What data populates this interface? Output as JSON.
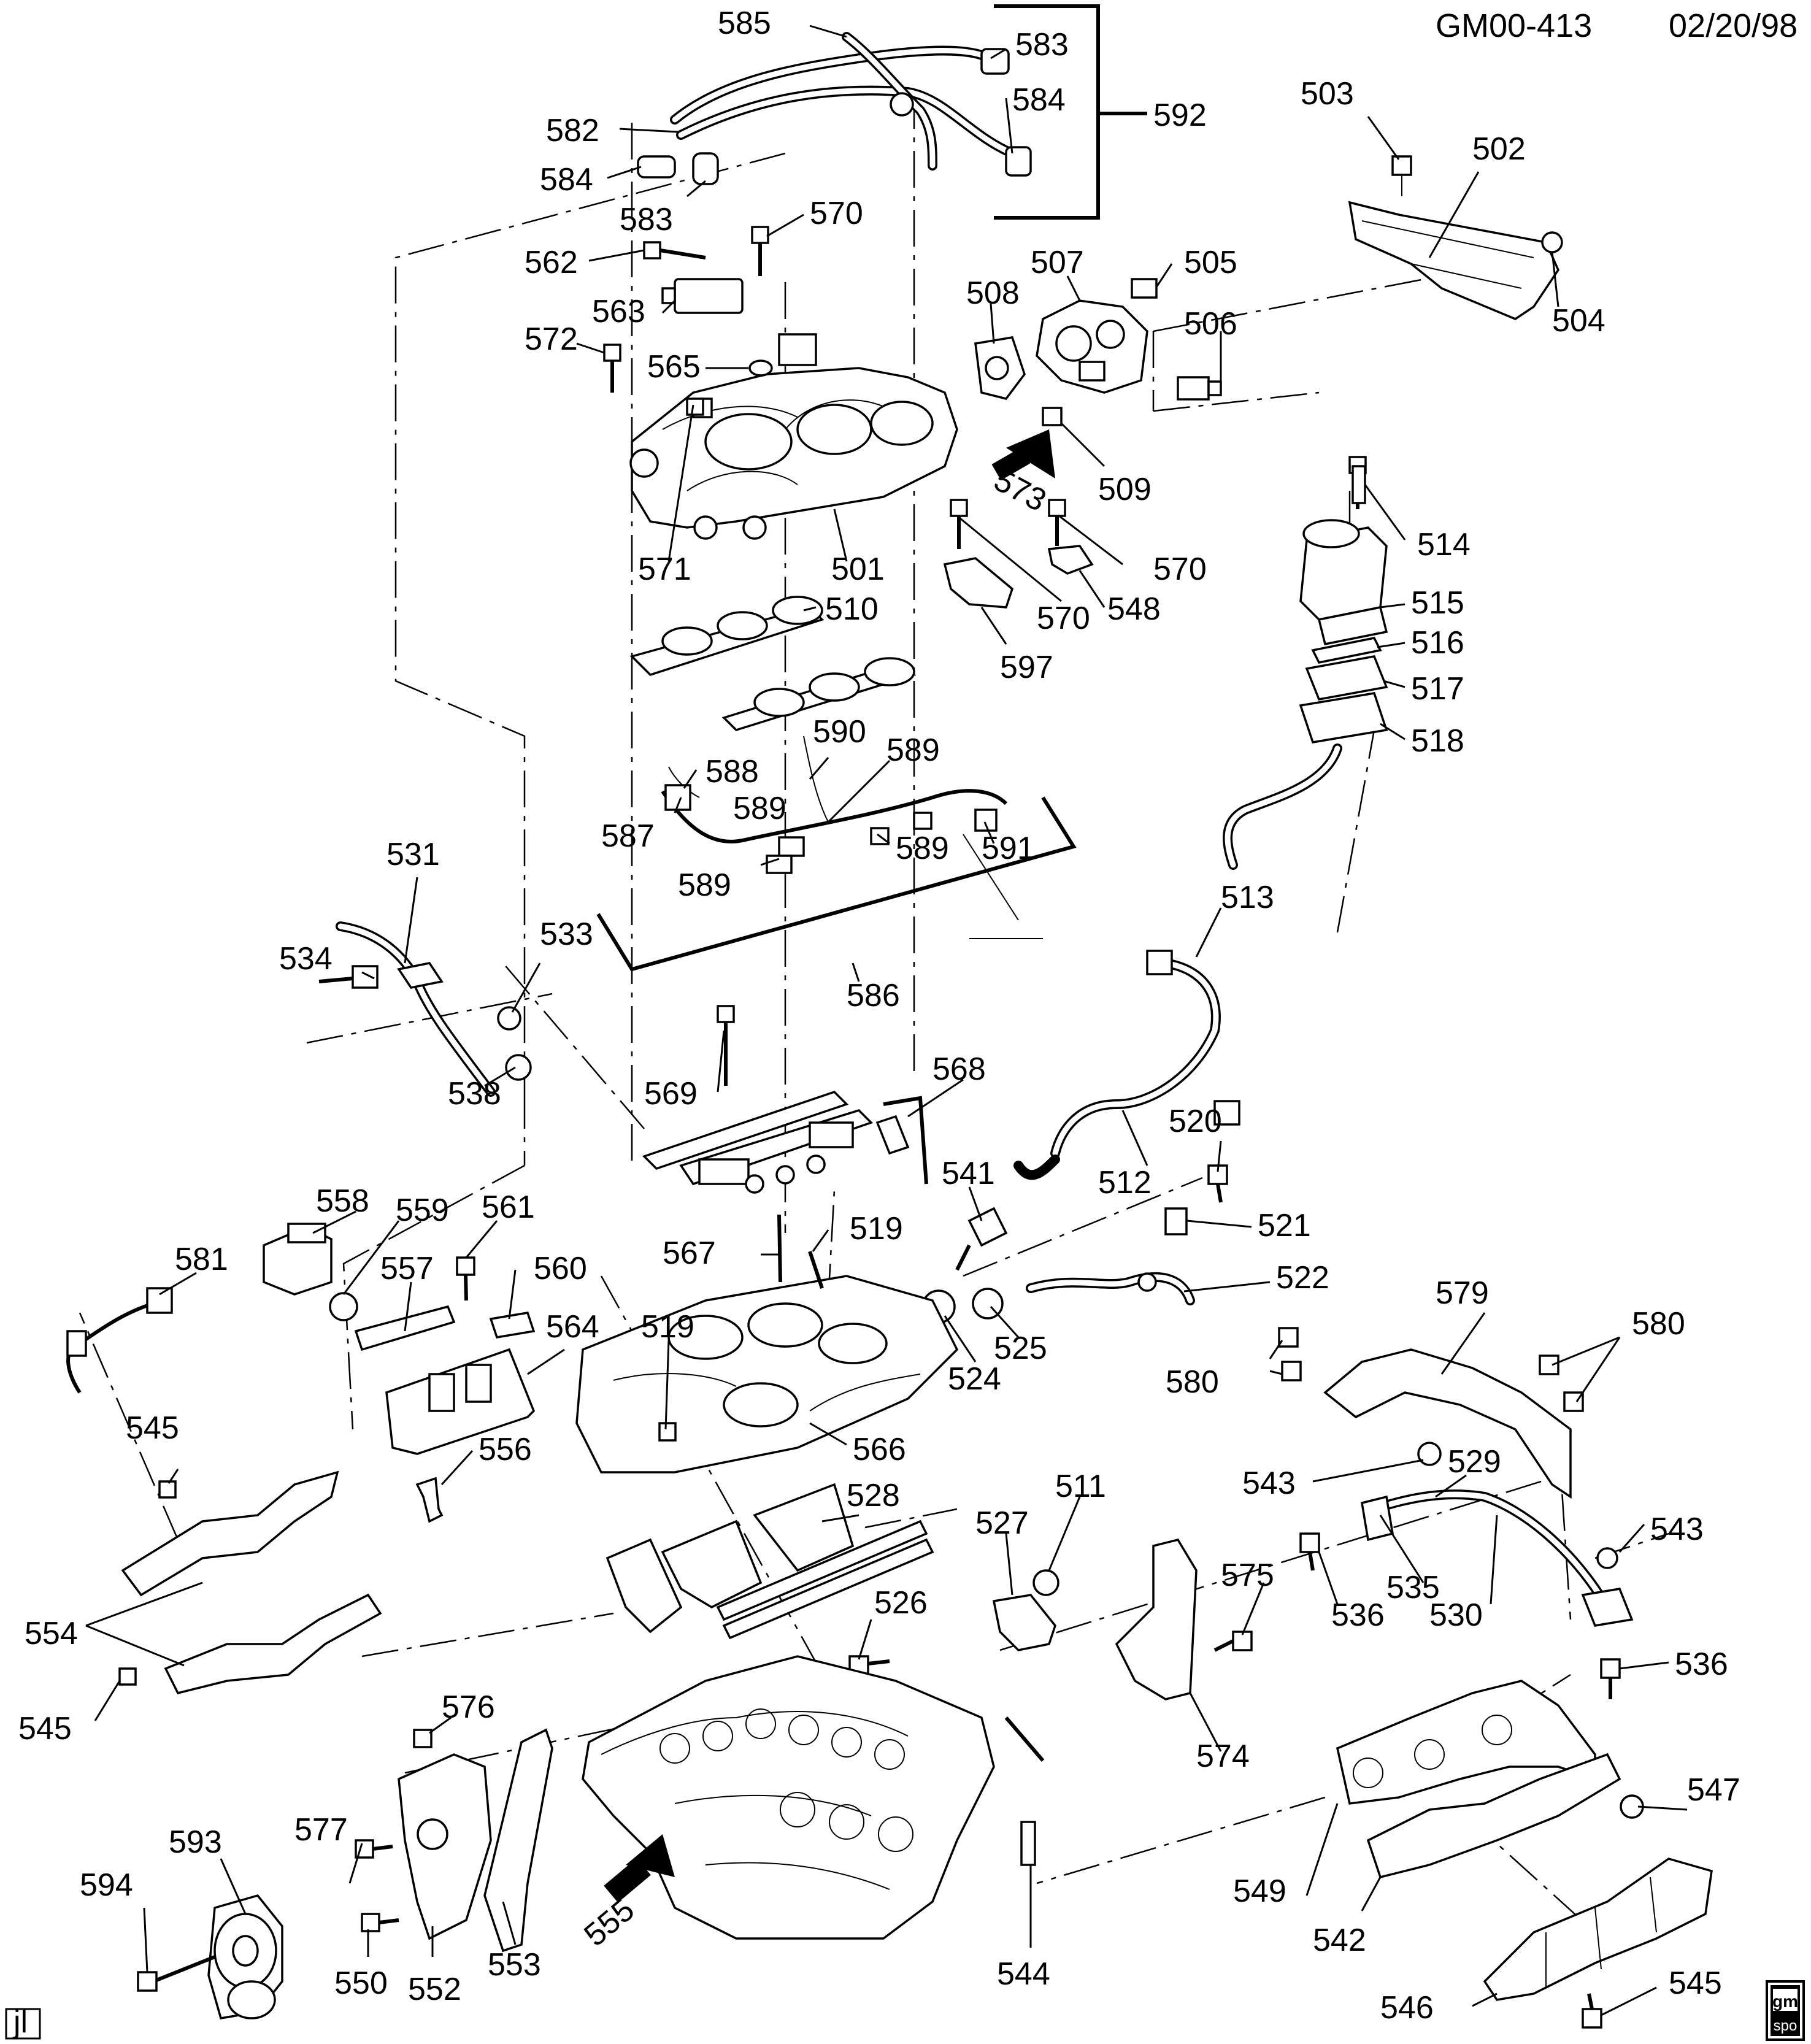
{
  "header": {
    "code": "GM00-413",
    "date": "02/20/98"
  },
  "footer": {
    "initials": "jl",
    "badge_line1": "gm",
    "badge_line2": "spo"
  },
  "callouts": {
    "c585": "585",
    "c583a": "583",
    "c584a": "584",
    "c592": "592",
    "c582": "582",
    "c584b": "584",
    "c583b": "583",
    "c570a": "570",
    "c503": "503",
    "c502": "502",
    "c562": "562",
    "c507": "507",
    "c505": "505",
    "c563": "563",
    "c508": "508",
    "c504": "504",
    "c506": "506",
    "c572": "572",
    "c565": "565",
    "c573": "573",
    "c509": "509",
    "c514": "514",
    "c571": "571",
    "c501": "501",
    "c570b": "570",
    "c570c": "570",
    "c548": "548",
    "c510": "510",
    "c597": "597",
    "c515": "515",
    "c516": "516",
    "c517": "517",
    "c518": "518",
    "c590": "590",
    "c588": "588",
    "c589a": "589",
    "c589b": "589",
    "c587": "587",
    "c589c": "589",
    "c591": "591",
    "c589d": "589",
    "c531": "531",
    "c513": "513",
    "c533": "533",
    "c534": "534",
    "c586": "586",
    "c538": "538",
    "c569": "569",
    "c568": "568",
    "c520": "520",
    "c512": "512",
    "c541": "541",
    "c558": "558",
    "c559": "559",
    "c561": "561",
    "c521": "521",
    "c519a": "519",
    "c567": "567",
    "c581": "581",
    "c557": "557",
    "c560": "560",
    "c522": "522",
    "c519b": "519",
    "c579": "579",
    "c525": "525",
    "c564": "564",
    "c580a": "580",
    "c524": "524",
    "c580b": "580",
    "c545a": "545",
    "c556": "556",
    "c566": "566",
    "c543a": "543",
    "c529": "529",
    "c528": "528",
    "c511": "511",
    "c527": "527",
    "c543b": "543",
    "c535": "535",
    "c536a": "536",
    "c530": "530",
    "c575": "575",
    "c554": "554",
    "c526": "526",
    "c536b": "536",
    "c545b": "545",
    "c576": "576",
    "c574": "574",
    "c593": "593",
    "c577": "577",
    "c547": "547",
    "c555": "555",
    "c594": "594",
    "c549": "549",
    "c542": "542",
    "c553": "553",
    "c550": "550",
    "c552": "552",
    "c544": "544",
    "c546": "546",
    "c545c": "545"
  }
}
